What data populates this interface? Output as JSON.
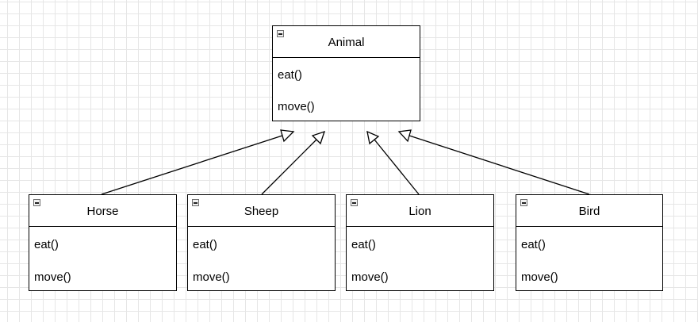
{
  "diagram": {
    "parent": {
      "name": "Animal",
      "methods": [
        "eat()",
        "move()"
      ]
    },
    "children": [
      {
        "name": "Horse",
        "methods": [
          "eat()",
          "move()"
        ]
      },
      {
        "name": "Sheep",
        "methods": [
          "eat()",
          "move()"
        ]
      },
      {
        "name": "Lion",
        "methods": [
          "eat()",
          "move()"
        ]
      },
      {
        "name": "Bird",
        "methods": [
          "eat()",
          "move()"
        ]
      }
    ],
    "relationship": "generalization",
    "colors": {
      "line": "#000000",
      "grid": "#e6e6e6",
      "box_fill": "#ffffff"
    },
    "icons": {
      "collapse": "collapse-icon"
    }
  }
}
